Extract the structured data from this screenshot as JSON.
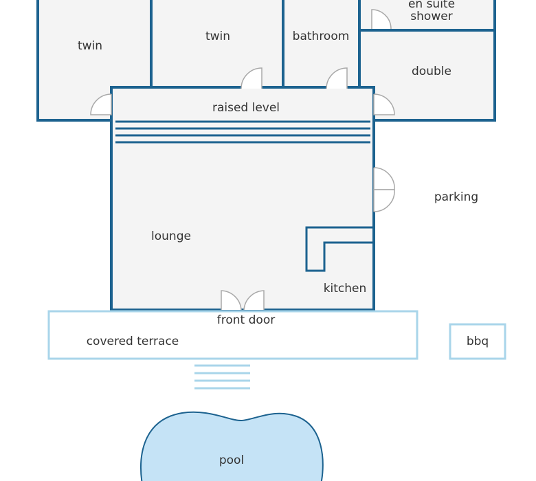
{
  "colors": {
    "wall": "#1c628f",
    "floor": "#f4f4f4",
    "outdoor": "#a9d5ea",
    "pool_fill": "#c5e3f6",
    "door_line": "#a9a9a9",
    "text": "#333333"
  },
  "rooms": {
    "twin_left": "twin",
    "twin_right": "twin",
    "bathroom": "bathroom",
    "en_suite_line1": "en suite",
    "en_suite_line2": "shower",
    "double": "double",
    "raised_level": "raised level",
    "lounge": "lounge",
    "kitchen": "kitchen",
    "parking": "parking"
  },
  "outdoor": {
    "front_door": "front door",
    "covered_terrace": "covered terrace",
    "bbq": "bbq",
    "pool": "pool"
  }
}
